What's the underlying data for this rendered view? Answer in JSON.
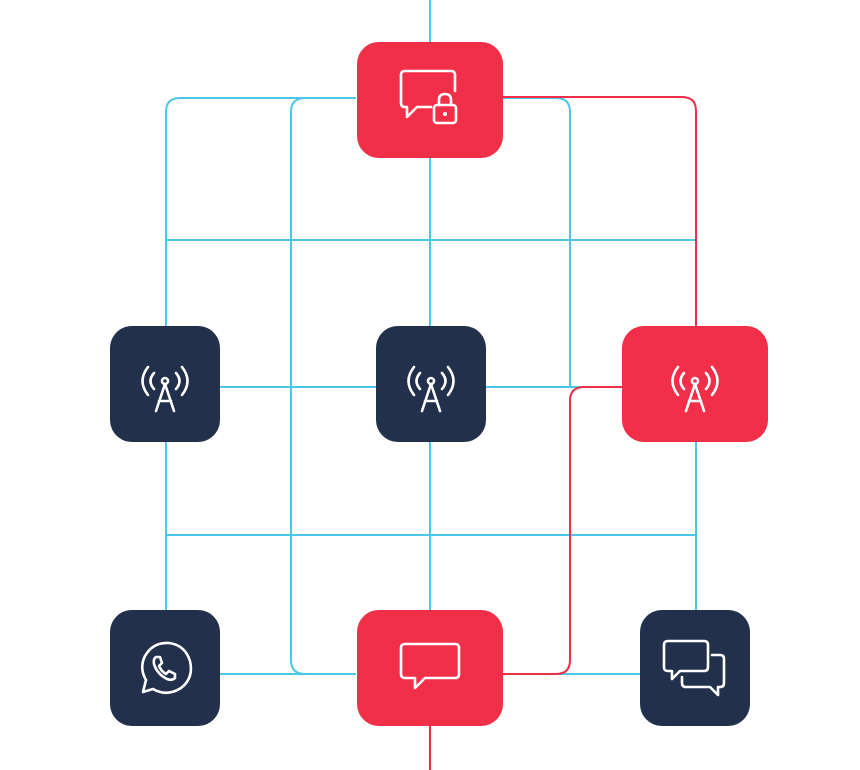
{
  "colors": {
    "grid": "#4cc8e6",
    "route": "#f02e48",
    "node_red": "#f22f48",
    "node_navy": "#22304c",
    "icon_stroke": "#ffffff"
  },
  "nodes": [
    {
      "id": "secure-message-hub",
      "icon": "message-lock-icon",
      "variant": "red"
    },
    {
      "id": "tower-left",
      "icon": "antenna-tower-icon",
      "variant": "navy"
    },
    {
      "id": "tower-center",
      "icon": "antenna-tower-icon",
      "variant": "navy"
    },
    {
      "id": "tower-right",
      "icon": "antenna-tower-icon",
      "variant": "red"
    },
    {
      "id": "whatsapp-endpoint",
      "icon": "whatsapp-icon",
      "variant": "navy"
    },
    {
      "id": "message-endpoint",
      "icon": "chat-bubble-icon",
      "variant": "red"
    },
    {
      "id": "chat-endpoint",
      "icon": "chat-bubbles-icon",
      "variant": "navy"
    }
  ]
}
